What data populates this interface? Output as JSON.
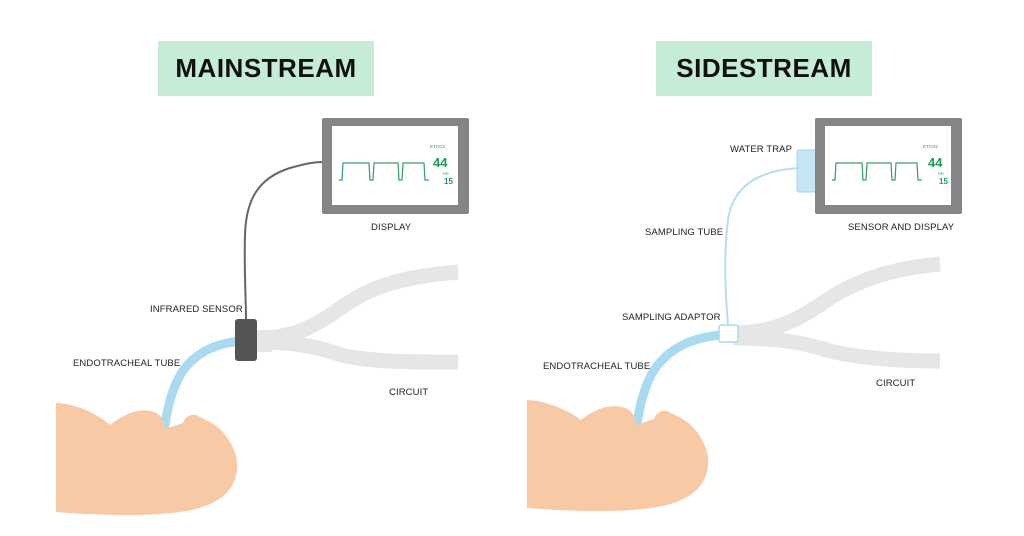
{
  "colors": {
    "title_bg": "#c5ecd7",
    "monitor_frame": "#858585",
    "waveform": "#3a9a6a",
    "readout": "#1f9b57",
    "tube_blue": "#a9daf0",
    "sampling_tube": "#b5def2",
    "circuit_gray": "#e6e6e6",
    "sensor_dark": "#555555",
    "skin": "#f7c9a5"
  },
  "mainstream": {
    "title": "MAINSTREAM",
    "labels": {
      "display": "DISPLAY",
      "infrared_sensor": "INFRARED SENSOR",
      "endotracheal_tube": "ENDOTRACHEAL TUBE",
      "circuit": "CIRCUIT"
    },
    "monitor": {
      "param_label": "ETCO2",
      "etco2": "44",
      "rr_label": "RR",
      "rr": "15"
    }
  },
  "sidestream": {
    "title": "SIDESTREAM",
    "labels": {
      "water_trap": "WATER TRAP",
      "sampling_tube": "SAMPLING TUBE",
      "sensor_and_display": "SENSOR AND DISPLAY",
      "sampling_adaptor": "SAMPLING ADAPTOR",
      "endotracheal_tube": "ENDOTRACHEAL TUBE",
      "circuit": "CIRCUIT"
    },
    "monitor": {
      "param_label": "ETCO2",
      "etco2": "44",
      "rr_label": "RR",
      "rr": "15"
    }
  }
}
